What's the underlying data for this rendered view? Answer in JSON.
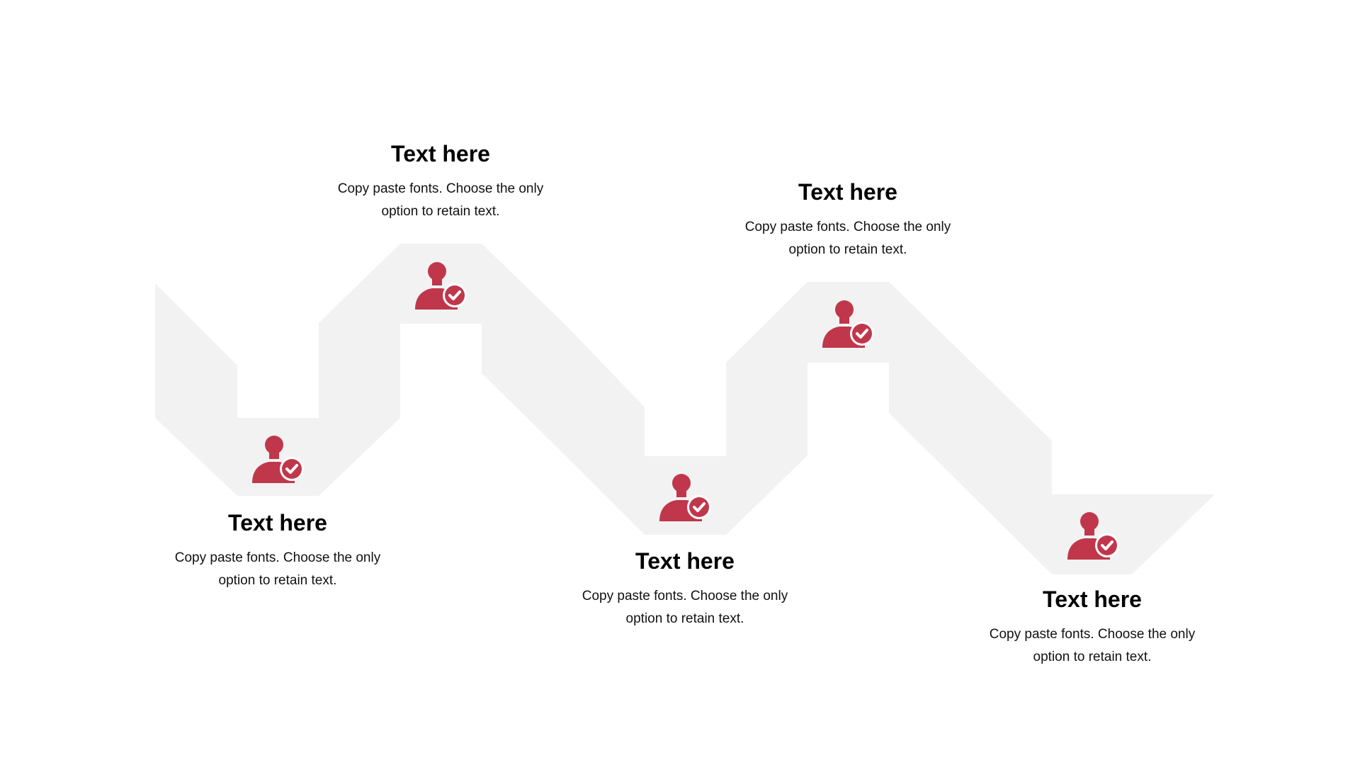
{
  "colors": {
    "path_fill": "#f2f2f2",
    "icon_fill": "#c0374b",
    "title": "#000000",
    "text": "#111111"
  },
  "steps": [
    {
      "title": "Text here",
      "description": "Copy paste fonts. Choose the only option to retain text.",
      "icon": "user-check-icon"
    },
    {
      "title": "Text here",
      "description": "Copy paste fonts. Choose the only option to retain text.",
      "icon": "user-check-icon"
    },
    {
      "title": "Text here",
      "description": "Copy paste fonts. Choose the only option to retain text.",
      "icon": "user-check-icon"
    },
    {
      "title": "Text here",
      "description": "Copy paste fonts. Choose the only option to retain text.",
      "icon": "user-check-icon"
    },
    {
      "title": "Text here",
      "description": "Copy paste fonts. Choose the only option to retain text.",
      "icon": "user-check-icon"
    }
  ]
}
